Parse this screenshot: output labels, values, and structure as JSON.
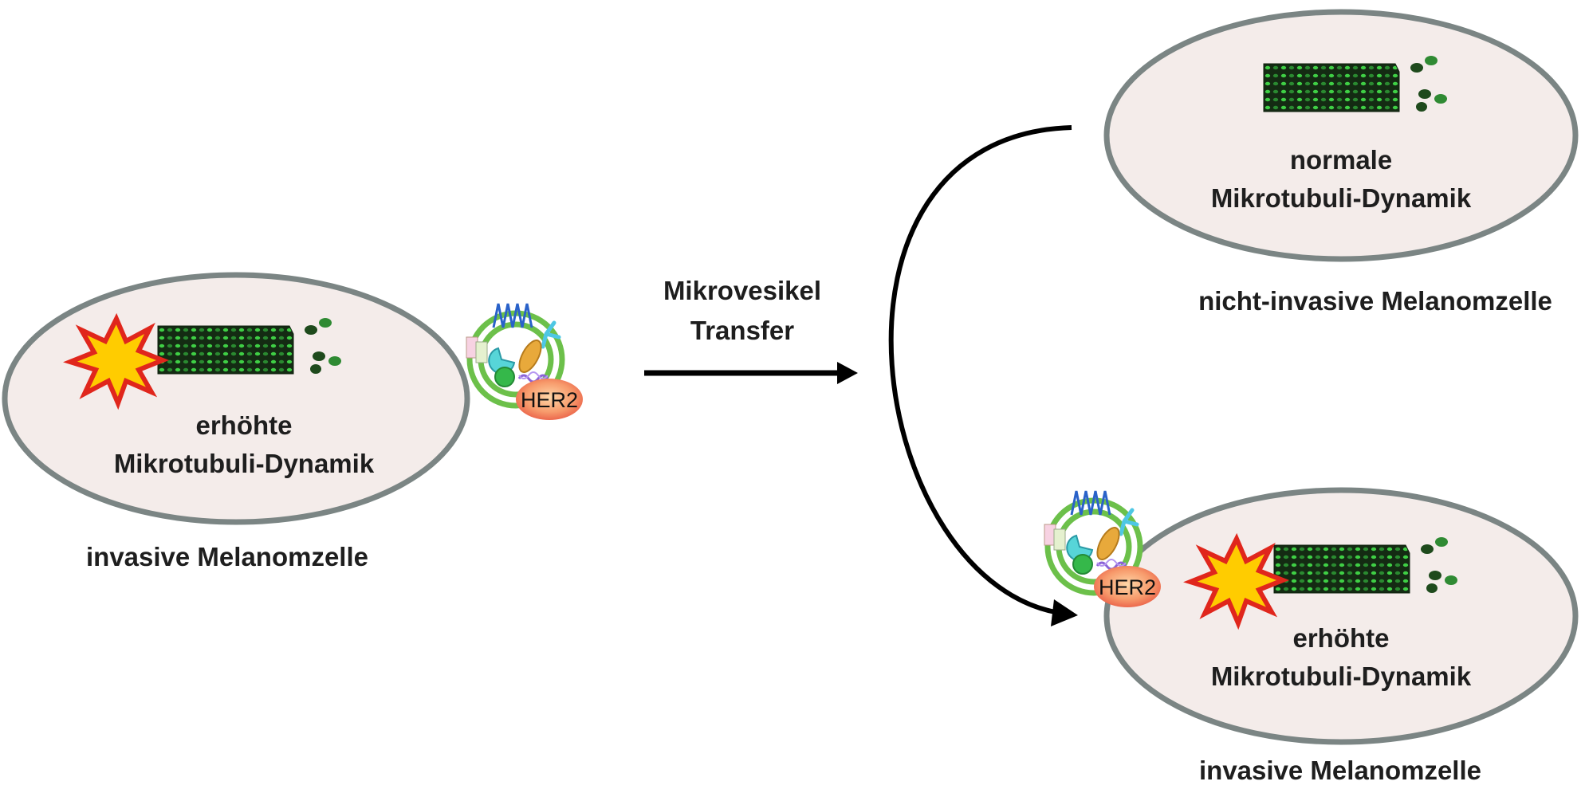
{
  "left_cell": {
    "line1": "erhöhte",
    "line2": "Mikrotubuli-Dynamik",
    "caption": "invasive Melanomzelle"
  },
  "transfer": {
    "line1": "Mikrovesikel",
    "line2": "Transfer"
  },
  "top_right_cell": {
    "line1": "normale",
    "line2": "Mikrotubuli-Dynamik",
    "caption": "nicht-invasive Melanomzelle"
  },
  "bottom_right_cell": {
    "line1": "erhöhte",
    "line2": "Mikrotubuli-Dynamik",
    "caption": "invasive Melanomzelle"
  },
  "vesicle": {
    "label": "HER2"
  },
  "colors": {
    "cell_fill": "#f4ecea",
    "cell_border": "#7b8584",
    "vesicle_ring": "#5fb447",
    "her2": "#f07a55",
    "starburst": "#ffcc00",
    "starburst_outline": "#e0261c",
    "microtubule": "#1b3a19",
    "microtubule_dots": "#4ade4a"
  }
}
